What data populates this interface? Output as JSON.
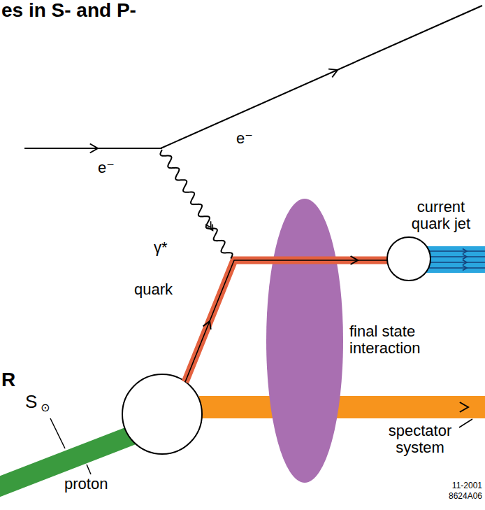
{
  "diagram": {
    "title": "es in S- and P-",
    "labels": [
      "e⁻",
      "e⁻",
      "γ*",
      "quark",
      "current quark jet",
      "final state interaction",
      "spectator system",
      "S",
      "⊙",
      "proton",
      "R",
      "11-2001",
      "8624A06"
    ]
  }
}
